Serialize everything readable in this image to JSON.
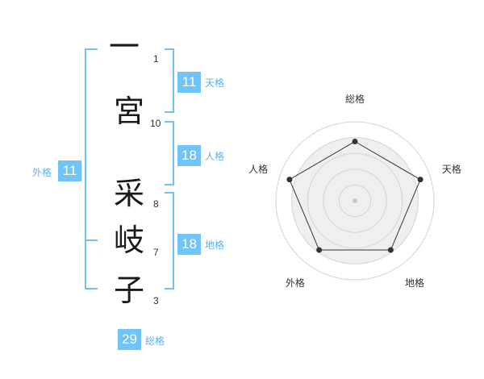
{
  "name": {
    "chars": [
      "一",
      "宮",
      "采",
      "岐",
      "子"
    ],
    "strokes": [
      "1",
      "10",
      "8",
      "7",
      "3"
    ]
  },
  "fortunes": {
    "tenkaku": {
      "value": "11",
      "label": "天格"
    },
    "jinkaku": {
      "value": "18",
      "label": "人格"
    },
    "chikaku": {
      "value": "18",
      "label": "地格"
    },
    "gaikaku": {
      "value": "11",
      "label": "外格"
    },
    "soukaku": {
      "value": "29",
      "label": "総格"
    }
  },
  "radar": {
    "labels": [
      "総格",
      "天格",
      "地格",
      "外格",
      "人格"
    ],
    "levels": [
      0.75,
      0.87,
      0.77,
      0.77,
      0.87
    ],
    "colors": {
      "ring_fill": "#efefef",
      "ring_stroke": "#d4d4d4",
      "polygon": "#333333",
      "accent": "#6fc3f7"
    }
  }
}
